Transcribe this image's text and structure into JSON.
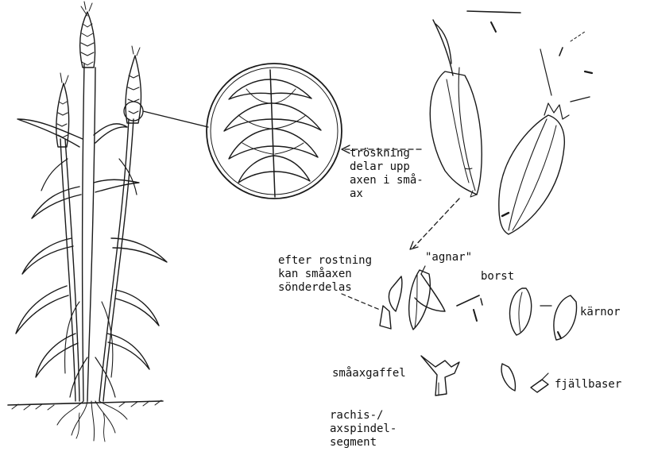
{
  "labels": {
    "threshing": [
      "tröskning",
      "delar upp",
      "axen i små-",
      "ax"
    ],
    "after_roasting": [
      "efter rostning",
      "kan småaxen",
      "sönderdelas"
    ],
    "glumes": "\"agnar\"",
    "awn": "borst",
    "kernels": "kärnor",
    "spikelet_fork": "småaxgaffel",
    "glume_bases": "fjällbaser",
    "rachis": [
      "rachis-/",
      "axspindel-",
      "segment"
    ]
  }
}
